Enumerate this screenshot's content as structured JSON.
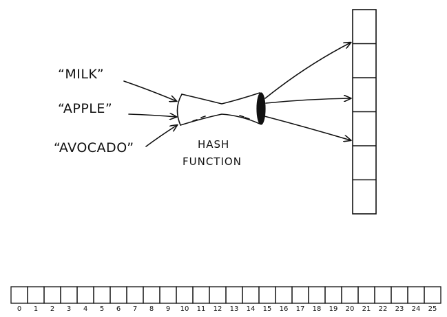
{
  "inputs": [
    {
      "label": "“MILK”"
    },
    {
      "label": "“APPLE”"
    },
    {
      "label": "“AVOCADO”"
    }
  ],
  "hash_function": {
    "line1": "HASH",
    "line2": "FUNCTION"
  },
  "vertical_array": {
    "slot_count": 6
  },
  "horizontal_array": {
    "indices": [
      "0",
      "1",
      "2",
      "3",
      "4",
      "5",
      "6",
      "7",
      "8",
      "9",
      "10",
      "11",
      "12",
      "13",
      "14",
      "15",
      "16",
      "17",
      "18",
      "19",
      "20",
      "21",
      "22",
      "23",
      "24",
      "25"
    ]
  },
  "colors": {
    "ink": "#111111",
    "background": "#ffffff"
  }
}
